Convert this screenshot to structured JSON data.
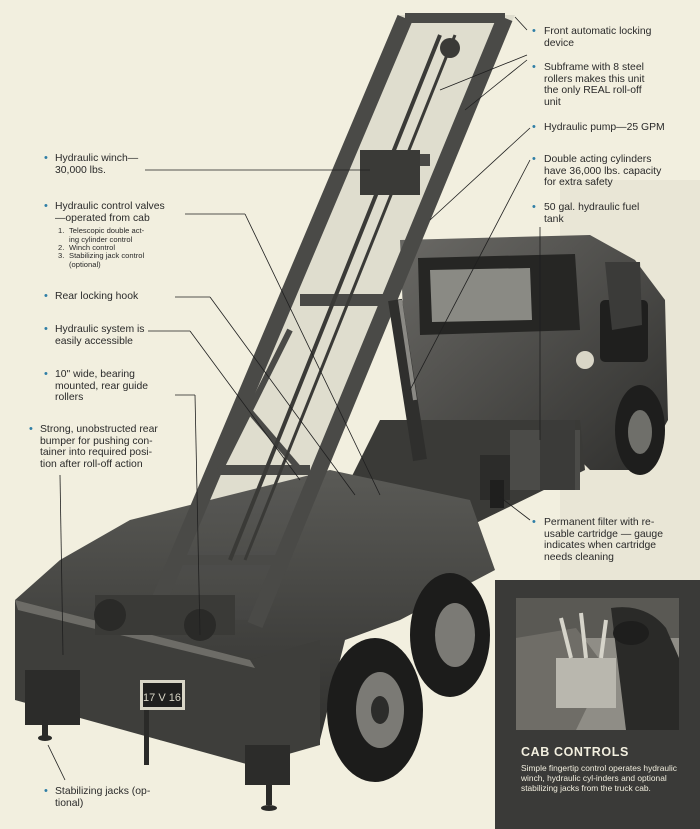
{
  "callouts_left": [
    {
      "id": "winch",
      "text": "Hydraulic winch—\n30,000 lbs."
    },
    {
      "id": "valves",
      "text": "Hydraulic control valves\n—operated from cab",
      "sub": [
        {
          "n": "1.",
          "text": "Telescopic double act-\ning cylinder control"
        },
        {
          "n": "2.",
          "text": "Winch control"
        },
        {
          "n": "3.",
          "text": "Stabilizing jack control\n(optional)"
        }
      ]
    },
    {
      "id": "hook",
      "text": "Rear locking hook"
    },
    {
      "id": "access",
      "text": "Hydraulic system is\neasily accessible"
    },
    {
      "id": "rollers",
      "text": "10\" wide, bearing\nmounted, rear guide\nrollers"
    },
    {
      "id": "bumper",
      "text": "Strong, unobstructed rear\nbumper for pushing con-\ntainer into required posi-\ntion after roll-off action"
    },
    {
      "id": "jacks",
      "text": "Stabilizing jacks (op-\ntional)"
    }
  ],
  "callouts_right": [
    {
      "id": "front-lock",
      "text": "Front automatic locking\ndevice"
    },
    {
      "id": "subframe",
      "text": "Subframe with 8 steel\nrollers makes this unit\nthe only REAL roll-off\nunit"
    },
    {
      "id": "pump",
      "text": "Hydraulic pump—25 GPM"
    },
    {
      "id": "cylinders",
      "text": "Double acting cylinders\nhave 36,000 lbs. capacity\nfor extra safety"
    },
    {
      "id": "fuel",
      "text": "50 gal. hydraulic fuel\ntank"
    },
    {
      "id": "filter",
      "text": "Permanent filter with re-\nusable cartridge — gauge\nindicates when cartridge\nneeds cleaning"
    }
  ],
  "truck": {
    "plate": "17 V 16"
  },
  "cab_controls": {
    "title": "CAB CONTROLS",
    "text": "Simple fingertip control operates hydraulic winch, hydraulic cyl-inders and optional stabilizing jacks from the truck cab."
  },
  "colors": {
    "paper": "#f2efdf",
    "bullet": "#2f7ea6",
    "truck": "#4a4a47",
    "panel": "#3a3a38"
  }
}
